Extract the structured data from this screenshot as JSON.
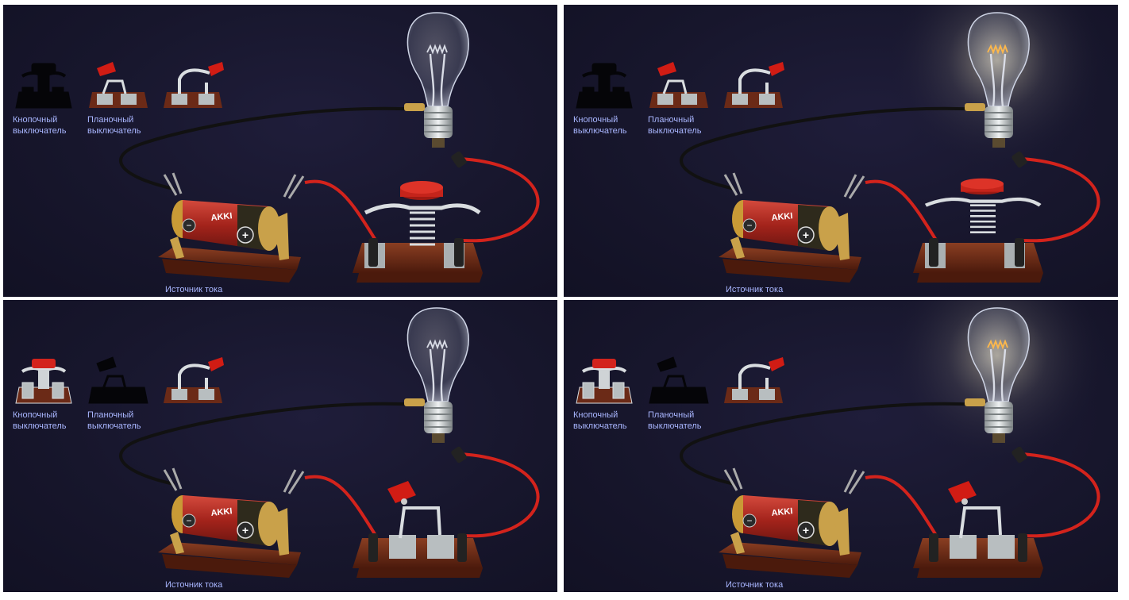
{
  "labels": {
    "push_switch_line1": "Кнопочный",
    "push_switch_line2": "выключатель",
    "flat_switch_line1": "Планочный",
    "flat_switch_line2": "выключатель",
    "power_source": "Источник тока",
    "battery_brand": "AKKI",
    "battery_minus": "−",
    "battery_plus": "+"
  },
  "panels": [
    {
      "lamp_lit": false,
      "switch_in_circuit": "push-button",
      "button_pressed": false
    },
    {
      "lamp_lit": true,
      "switch_in_circuit": "push-button",
      "button_pressed": true
    },
    {
      "lamp_lit": false,
      "switch_in_circuit": "flat",
      "button_pressed": false
    },
    {
      "lamp_lit": true,
      "switch_in_circuit": "flat",
      "button_pressed": true
    }
  ],
  "colors": {
    "background": "#17162c",
    "label": "#a9b6ff",
    "wire_red": "#d3231c",
    "wire_black": "#1a1a1a",
    "wood": "#6b2a17",
    "battery_red": "#b32a22",
    "filament_lit": "#ffb84a"
  },
  "icons": [
    "lamp-icon",
    "battery-icon",
    "push-switch-icon",
    "flat-switch-icon",
    "lever-switch-icon"
  ]
}
